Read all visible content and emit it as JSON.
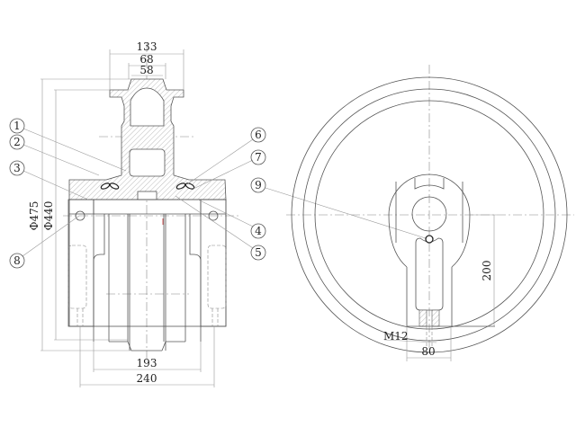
{
  "drawing": {
    "title": "Idler wheel assembly drawing",
    "dimensions_top": [
      "133",
      "68",
      "58"
    ],
    "dimensions_diameter": [
      "Φ475",
      "Φ440"
    ],
    "dimensions_bottom": [
      "193",
      "240"
    ],
    "dimensions_side": {
      "height": "200",
      "width": "80",
      "thread": "M12"
    },
    "callouts": [
      "1",
      "2",
      "3",
      "4",
      "5",
      "6",
      "7",
      "8",
      "9"
    ]
  }
}
